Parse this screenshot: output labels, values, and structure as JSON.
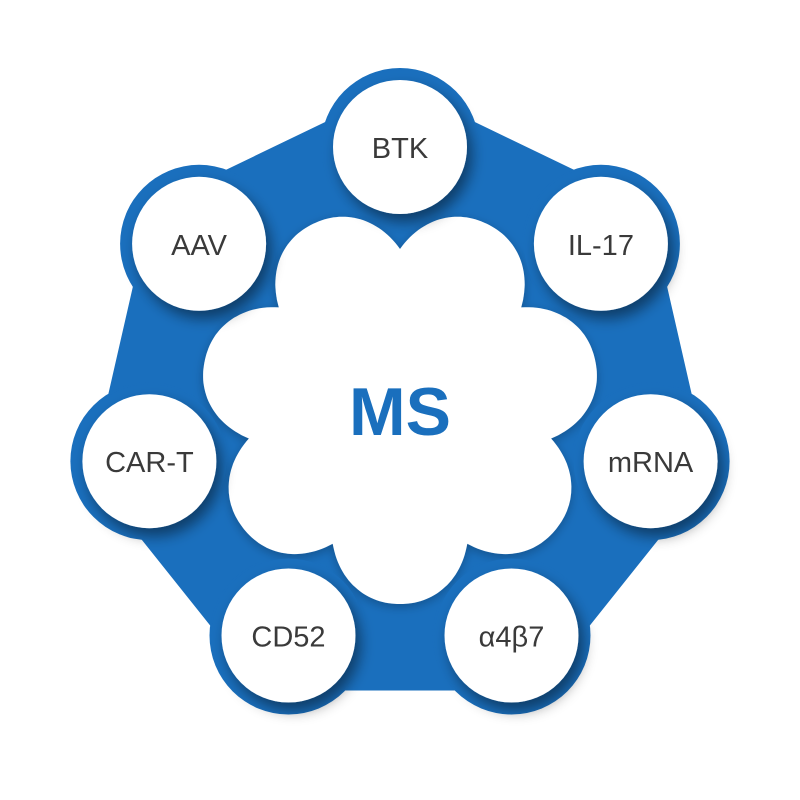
{
  "diagram": {
    "center_label": "MS",
    "nodes": [
      {
        "label": "BTK"
      },
      {
        "label": "IL-17"
      },
      {
        "label": "mRNA"
      },
      {
        "label": "α4β7"
      },
      {
        "label": "CD52"
      },
      {
        "label": "CAR-T"
      },
      {
        "label": "AAV"
      }
    ],
    "colors": {
      "ring": "#1a6fbd",
      "ring_dark": "#14589a",
      "node_fill": "#ffffff",
      "node_border": "#1a6fbd",
      "center_text": "#1a6fbd",
      "node_text": "#3a3a3a"
    }
  }
}
